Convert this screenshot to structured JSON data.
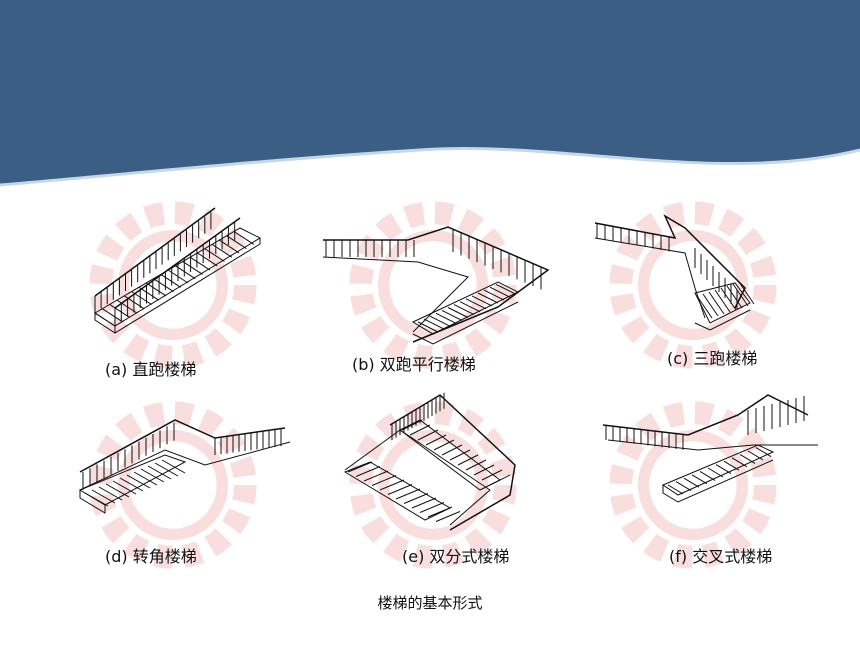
{
  "colors": {
    "banner": "#3b5f84",
    "watermark": "#e05050",
    "line": "#111111"
  },
  "figures": [
    {
      "icon": "straight-run-stair-icon",
      "caption": "(a) 直跑楼梯"
    },
    {
      "icon": "double-run-parallel-stair-icon",
      "caption": "(b) 双跑平行楼梯"
    },
    {
      "icon": "triple-run-stair-icon",
      "caption": "(c) 三跑楼梯"
    },
    {
      "icon": "corner-stair-icon",
      "caption": "(d) 转角楼梯"
    },
    {
      "icon": "double-branch-stair-icon",
      "caption": "(e) 双分式楼梯"
    },
    {
      "icon": "crossing-stair-icon",
      "caption": "(f) 交叉式楼梯"
    }
  ],
  "footer_caption": "楼梯的基本形式"
}
